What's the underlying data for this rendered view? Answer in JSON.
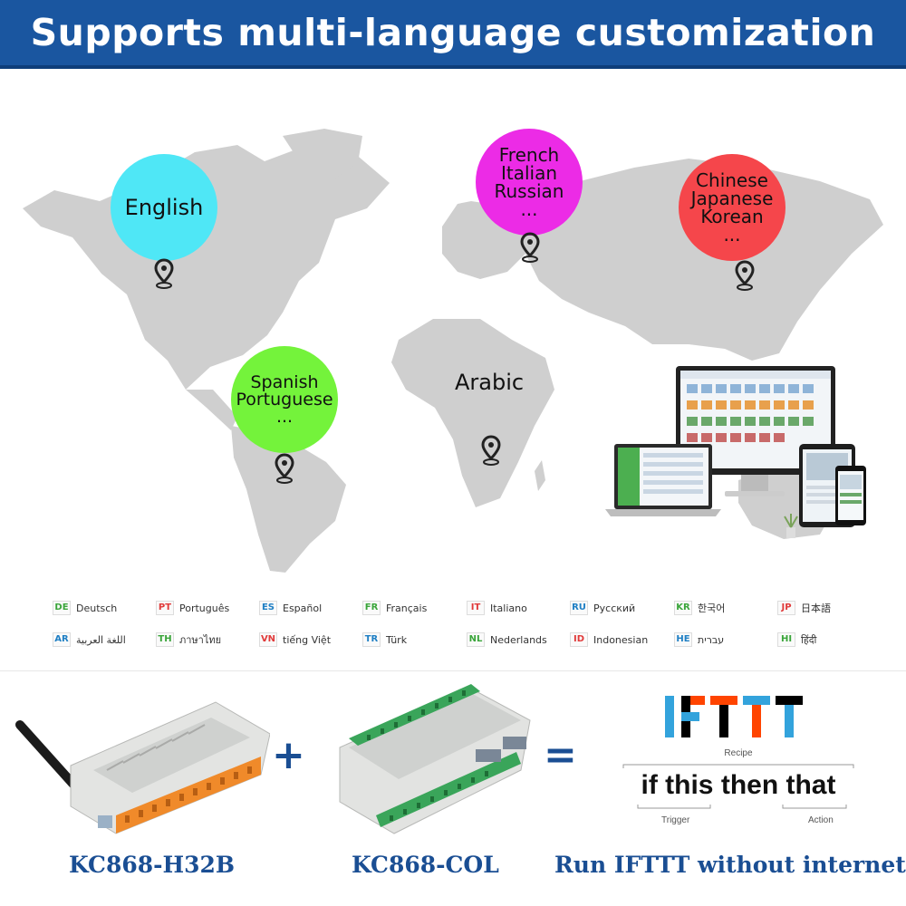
{
  "banner": {
    "title": "Supports multi-language customization"
  },
  "bubbles": {
    "english": {
      "lines": [
        "English"
      ],
      "color": "#4fe7f6"
    },
    "european": {
      "lines": [
        "French",
        "Italian",
        "Russian",
        "..."
      ],
      "color": "#ec2be6"
    },
    "asian": {
      "lines": [
        "Chinese",
        "Japanese",
        "Korean",
        "..."
      ],
      "color": "#f5464b"
    },
    "latin": {
      "lines": [
        "Spanish",
        "Portuguese",
        "..."
      ],
      "color": "#74f33b"
    }
  },
  "arabic_label": "Arabic",
  "languages": [
    {
      "code": "DE",
      "name": "Deutsch",
      "color": "#3aa53a"
    },
    {
      "code": "PT",
      "name": "Português",
      "color": "#e03a3a"
    },
    {
      "code": "ES",
      "name": "Español",
      "color": "#1f7fc4"
    },
    {
      "code": "FR",
      "name": "Français",
      "color": "#3aa53a"
    },
    {
      "code": "IT",
      "name": "Italiano",
      "color": "#e03a3a"
    },
    {
      "code": "RU",
      "name": "Русский",
      "color": "#1f7fc4"
    },
    {
      "code": "KR",
      "name": "한국어",
      "color": "#3aa53a"
    },
    {
      "code": "JP",
      "name": "日本語",
      "color": "#e03a3a"
    },
    {
      "code": "AR",
      "name": "اللغة العربية",
      "color": "#1f7fc4"
    },
    {
      "code": "TH",
      "name": "ภาษาไทย",
      "color": "#3aa53a"
    },
    {
      "code": "VN",
      "name": "tiếng Việt",
      "color": "#e03a3a"
    },
    {
      "code": "TR",
      "name": "Türk",
      "color": "#1f7fc4"
    },
    {
      "code": "NL",
      "name": "Nederlands",
      "color": "#3aa53a"
    },
    {
      "code": "ID",
      "name": "Indonesian",
      "color": "#e03a3a"
    },
    {
      "code": "HE",
      "name": "עברית",
      "color": "#1f7fc4"
    },
    {
      "code": "HI",
      "name": "हिंदी",
      "color": "#3aa53a"
    }
  ],
  "products": {
    "plus": "+",
    "equals": "=",
    "captions": [
      "KC868-H32B",
      "KC868-COL",
      "Run IFTTT without internet"
    ]
  },
  "ifttt": {
    "logo": "IFTTT",
    "recipe": "Recipe",
    "phrase": "if this then that",
    "trigger": "Trigger",
    "action": "Action"
  },
  "colors": {
    "banner": "#1a56a0",
    "caption": "#1a4e93",
    "map": "#cfcfcf"
  }
}
